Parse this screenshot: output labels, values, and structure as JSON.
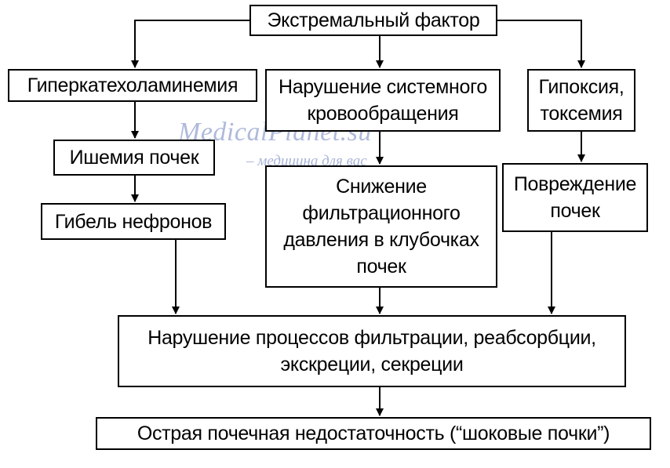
{
  "diagram": {
    "nodes": {
      "extreme_factor": "Экстремальный фактор",
      "hypercatecholaminemia": "Гиперкатехоламинемия",
      "circulation_disorder": "Нарушение системного\nкровообращения",
      "hypoxia_toxemia": "Гипоксия,\nтоксемия",
      "kidney_ischemia": "Ишемия почек",
      "nephron_death": "Гибель нефронов",
      "filtration_pressure_drop": "Снижение\nфильтрационного\nдавления в клубочках\nпочек",
      "kidney_damage": "Повреждение\nпочек",
      "process_disorder": "Нарушение процессов фильтрации, реабсорбции,\nэкскреции, секреции",
      "acute_renal_failure": "Острая почечная недостаточность (“шоковые почки”)"
    },
    "edges": [
      [
        "extreme_factor",
        "hypercatecholaminemia"
      ],
      [
        "extreme_factor",
        "circulation_disorder"
      ],
      [
        "extreme_factor",
        "hypoxia_toxemia"
      ],
      [
        "hypercatecholaminemia",
        "kidney_ischemia"
      ],
      [
        "kidney_ischemia",
        "nephron_death"
      ],
      [
        "circulation_disorder",
        "filtration_pressure_drop"
      ],
      [
        "hypoxia_toxemia",
        "kidney_damage"
      ],
      [
        "nephron_death",
        "process_disorder"
      ],
      [
        "filtration_pressure_drop",
        "process_disorder"
      ],
      [
        "kidney_damage",
        "process_disorder"
      ],
      [
        "process_disorder",
        "acute_renal_failure"
      ]
    ]
  },
  "watermark": {
    "site": "MedicalPlanet.su",
    "tagline": "– медицина для вас"
  },
  "colors": {
    "line": "#000000",
    "box_border": "#000000",
    "watermark": "#6e82be"
  }
}
